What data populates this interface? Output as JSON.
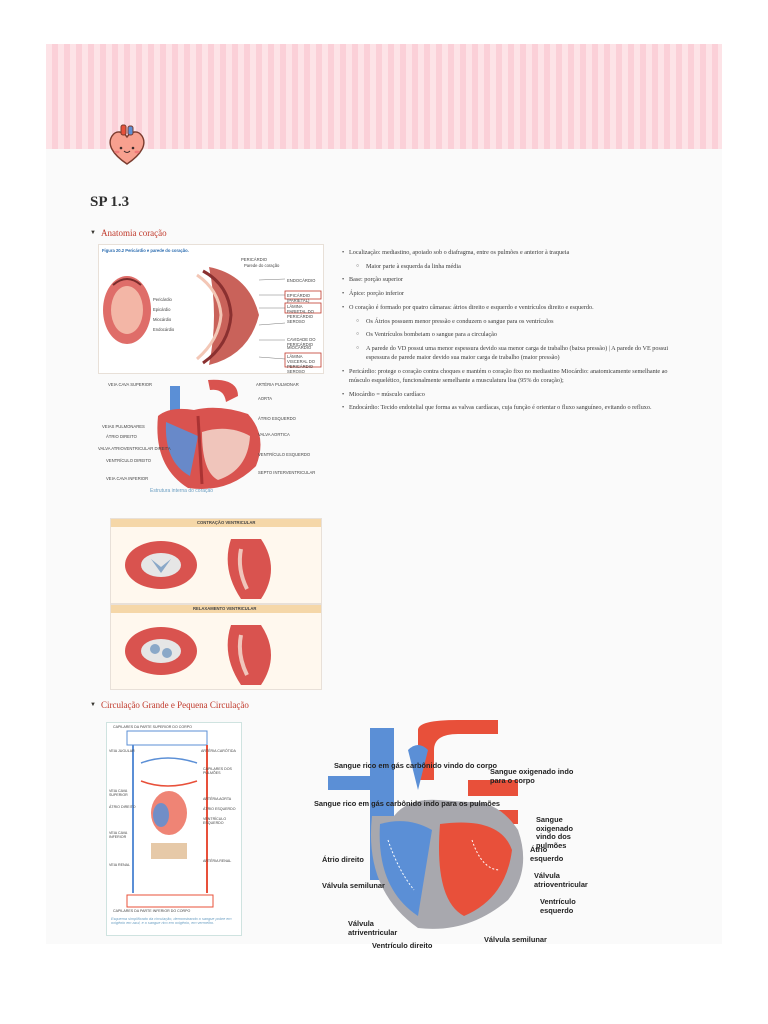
{
  "page": {
    "icon": "heart-icon",
    "title": "SP 1.3"
  },
  "sections": [
    {
      "toggle": "Anatomia coração",
      "figures": {
        "pericardium_caption": "Figura 20.2 Pericárdio e parede do coração.",
        "pericardium_labels": [
          "PERICÁRDIO",
          "Parede do coração",
          "Pericárdio",
          "Epicárdio",
          "Miocárdio",
          "Endocárdio",
          "ENDOCÁRDIO",
          "EPICÁRDIO (PARIETAL)",
          "LÂMINA PARIETAL DO PERICÁRDIO SEROSO",
          "CAVIDADE DO PERICÁRDIO",
          "MIOCÁRDIO",
          "LÂMINA VISCERAL DO PERICÁRDIO SEROSO"
        ],
        "interior_caption": "Estrutura interna do coração",
        "interior_labels": [
          "VEIA CAVA SUPERIOR",
          "ARTÉRIA PULMONAR",
          "VEIAS PULMONARES",
          "ÁTRIO DIREITO",
          "VALVA ATRIOVENTRICULAR DIREITA",
          "VENTRÍCULO DIREITO",
          "VEIA CAVA INFERIOR",
          "AORTA",
          "ÁTRIO ESQUERDO",
          "VALVA AORTICA",
          "VENTRÍCULO ESQUERDO",
          "SEPTO INTERVENTRICULAR"
        ],
        "contraction_title": "CONTRAÇÃO VENTRICULAR",
        "relaxation_title": "RELAXAMENTO VENTRICULAR"
      },
      "bullets": [
        {
          "level": 1,
          "text": "Localização: mediastino, apoiado sob o diafragma, entre os pulmões e anterior à traqueia"
        },
        {
          "level": 2,
          "text": "Maior parte à esquerda da linha média"
        },
        {
          "level": 1,
          "text": "Base: porção superior"
        },
        {
          "level": 1,
          "text": "Ápice: porção inferior"
        },
        {
          "level": 1,
          "text": "O coração é formado por quatro câmaras: átrios direito e esquerdo e ventrículos direito e esquerdo."
        },
        {
          "level": 2,
          "text": "Os Átrios possuem menor pressão e conduzem o sangue para os ventrículos"
        },
        {
          "level": 2,
          "text": "Os Ventrículos bombeiam o sangue para a circulação"
        },
        {
          "level": 2,
          "text": "A parede do VD possui uma menor espessura devido sua menor carga de trabalho (baixa pressão) | A parede do VE possui espessura de parede maior devido sua maior carga de trabalho (maior pressão)"
        },
        {
          "level": 1,
          "text": "Pericárdio: protege o coração contra choques e mantém o coração fixo no mediastino Miocárdio: anatomicamente semelhante ao músculo esquelético, funcionalmente semelhante a musculatura lisa (95% do coração);"
        },
        {
          "level": 1,
          "text": "Miocárdio = músculo cardíaco"
        },
        {
          "level": 1,
          "text": "Endocárdio: Tecido endotelial que forma as valvas cardíacas, cuja função é orientar o fluxo sanguíneo, evitando o refluxo."
        }
      ]
    },
    {
      "toggle": "Circulação Grande e Pequena Circulação",
      "circ_labels": [
        "CAPILARES DA PARTE SUPERIOR DO CORPO",
        "VEIA JUGULAR",
        "ARTÉRIA CARÓTIDA",
        "CAPILARES DOS PULMÕES",
        "VEIA CAVA SUPERIOR",
        "ÁTRIO DIREITO",
        "ARTÉRIA AORTA",
        "ÁTRIO ESQUERDO",
        "VENTRÍCULO ESQUERDO",
        "VEIA CAVA INFERIOR",
        "ARTÉRIA RENAL",
        "VEIA RENAL",
        "CAPILARES DA PARTE INFERIOR DO CORPO"
      ],
      "circ_caption": "Esquema simplificado da circulação, demonstrando o sangue pobre em oxigênio em azul, e o sangue rico em oxigênio, em vermelho.",
      "diagram_labels": {
        "top_left": "Sangue  rico em gás carbônido vindo do corpo",
        "top_right": "Sangue oxigenado indo para o corpo",
        "left_mid": "Sangue rico em gás carbônido indo para os pulmões",
        "right_mid": "Sangue oxigenado vindo dos pulmões",
        "atrio_direito": "Átrio direito",
        "atrio_esquerdo": "Átrio esquerdo",
        "valvula_atrio_r": "Válvula atrioventricular",
        "valvula_semilunar_l": "Válvula semilunar",
        "ventriculo_esquerdo": "Ventrículo esquerdo",
        "valvula_atrio_l": "Válvula atriventricular",
        "valvula_semilunar_b": "Válvula semilunar",
        "ventriculo_direito": "Ventrículo direito"
      }
    }
  ],
  "colors": {
    "toggle_red": "#c0392b",
    "oxy_red": "#e8503a",
    "deoxy_blue": "#5b8fd6",
    "cover_pink": "#fbd0d8"
  }
}
